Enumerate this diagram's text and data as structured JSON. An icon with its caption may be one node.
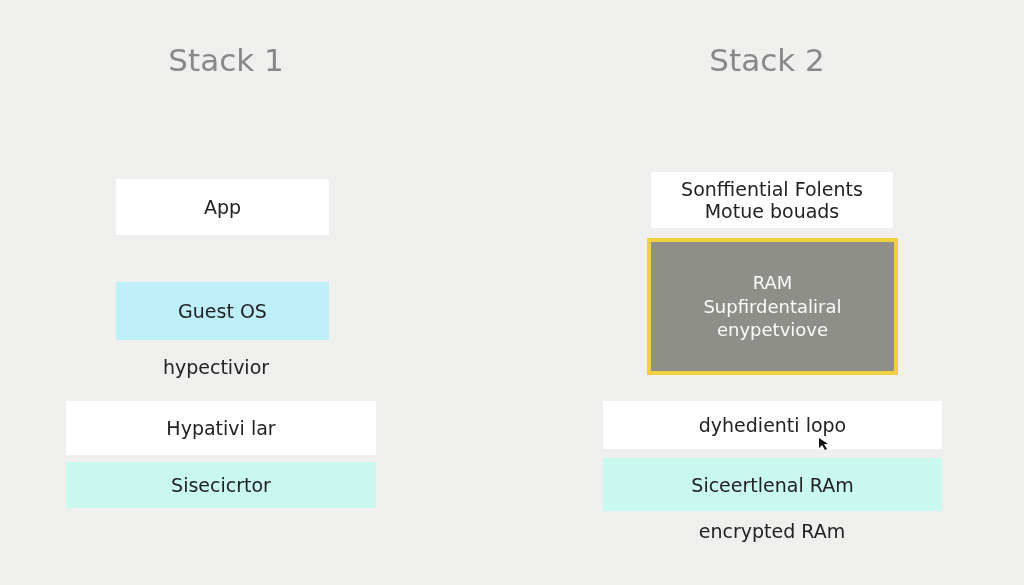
{
  "diagram": {
    "nodes": [
      {
        "text": [
          "App"
        ]
      },
      {
        "text": [
          "Guest OS"
        ]
      },
      {
        "text": [
          "Hypativi lar"
        ]
      },
      {
        "text": [
          "Sisecicrtor"
        ]
      },
      {
        "text": [
          "Sonffiential Folents Motue bouads"
        ]
      },
      {
        "text": [
          "RAM",
          "Supfirdentaliral enypetviove"
        ]
      },
      {
        "text": [
          "dyhedienti lopo"
        ]
      },
      {
        "text": [
          "Siceertlenal RAm"
        ]
      }
    ],
    "labels": [
      "Stack 1",
      "Stack 2",
      "hypectivior",
      "encrypted RAm"
    ]
  }
}
